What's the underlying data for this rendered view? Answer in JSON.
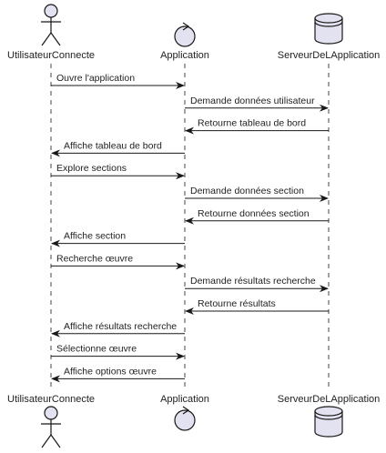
{
  "participants": [
    {
      "id": "user",
      "name": "UtilisateurConnecte",
      "kind": "actor"
    },
    {
      "id": "app",
      "name": "Application",
      "kind": "control"
    },
    {
      "id": "srv",
      "name": "ServeurDeLApplication",
      "kind": "database"
    }
  ],
  "messages": [
    {
      "from": "user",
      "to": "app",
      "label": "Ouvre l'application",
      "type": "sync"
    },
    {
      "from": "app",
      "to": "srv",
      "label": "Demande données utilisateur",
      "type": "sync"
    },
    {
      "from": "srv",
      "to": "app",
      "label": "Retourne tableau de bord",
      "type": "sync"
    },
    {
      "from": "app",
      "to": "user",
      "label": "Affiche tableau de bord",
      "type": "sync"
    },
    {
      "from": "user",
      "to": "app",
      "label": "Explore sections",
      "type": "sync"
    },
    {
      "from": "app",
      "to": "srv",
      "label": "Demande données section",
      "type": "sync"
    },
    {
      "from": "srv",
      "to": "app",
      "label": "Retourne données section",
      "type": "sync"
    },
    {
      "from": "app",
      "to": "user",
      "label": "Affiche section",
      "type": "sync"
    },
    {
      "from": "user",
      "to": "app",
      "label": "Recherche œuvre",
      "type": "sync"
    },
    {
      "from": "app",
      "to": "srv",
      "label": "Demande résultats recherche",
      "type": "sync"
    },
    {
      "from": "srv",
      "to": "app",
      "label": "Retourne résultats",
      "type": "sync"
    },
    {
      "from": "app",
      "to": "user",
      "label": "Affiche résultats recherche",
      "type": "sync"
    },
    {
      "from": "user",
      "to": "app",
      "label": "Sélectionne œuvre",
      "type": "sync"
    },
    {
      "from": "app",
      "to": "user",
      "label": "Affiche options œuvre",
      "type": "sync"
    }
  ],
  "colors": {
    "participant_fill": "#e2e2f0",
    "stroke": "#181818",
    "lifeline": "#181818",
    "text": "#222222"
  }
}
